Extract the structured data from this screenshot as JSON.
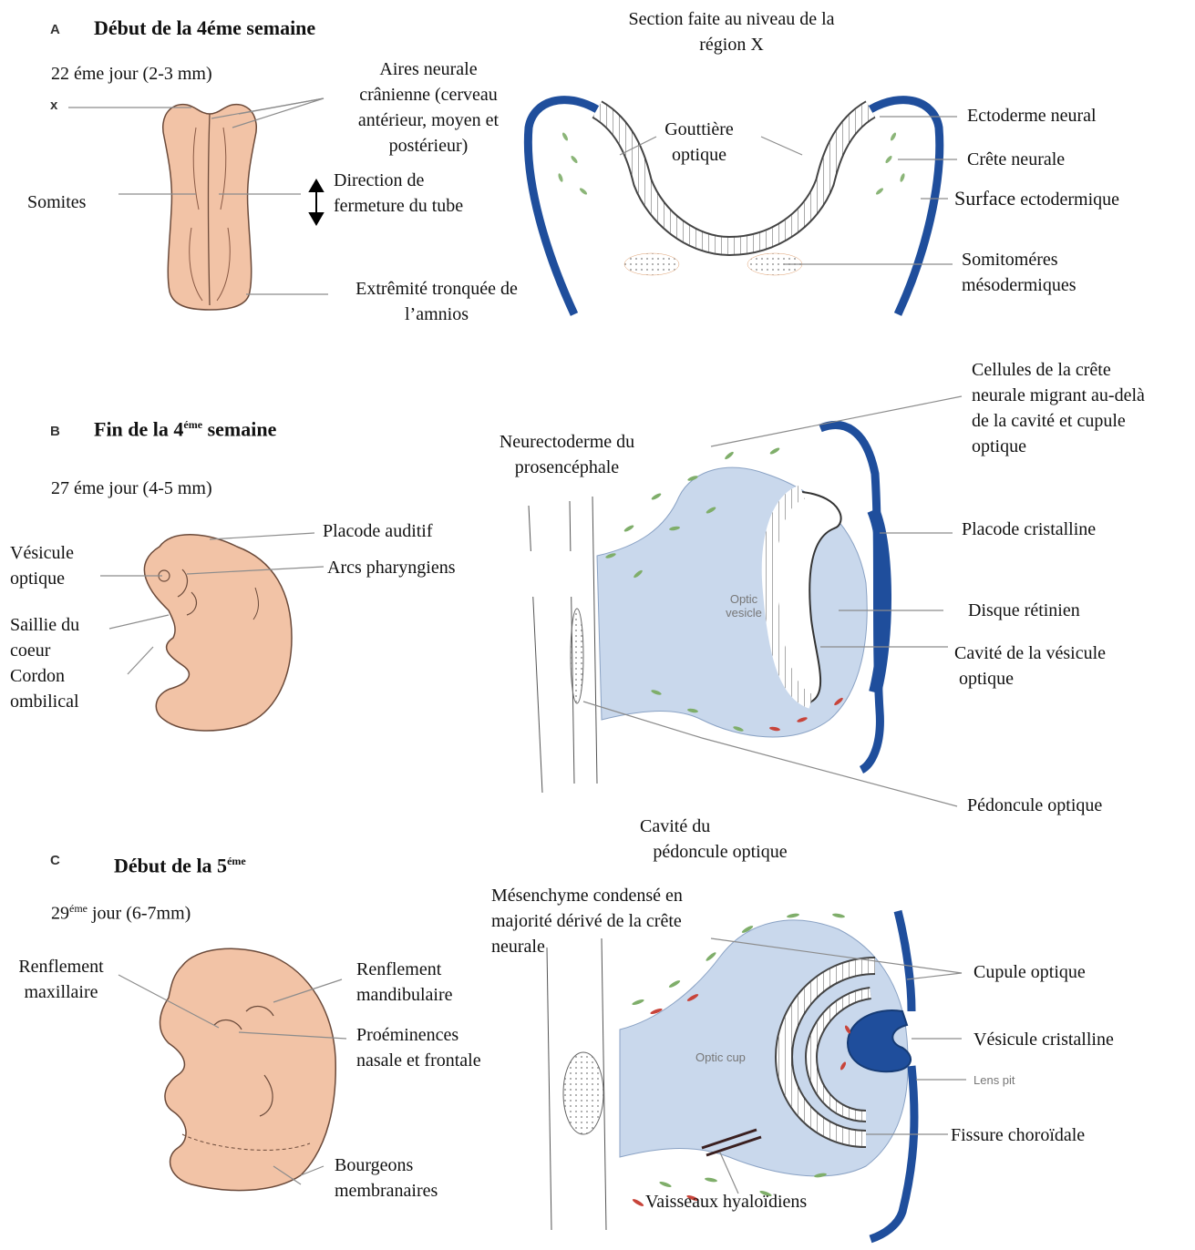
{
  "panel_a": {
    "letter": "A",
    "title": "Début de la 4éme semaine",
    "day": "22 éme jour (2-3 mm)",
    "x_marker": "x",
    "labels": {
      "aires_1": "Aires neurale",
      "aires_2": "crânienne (cerveau",
      "aires_3": "antérieur, moyen et",
      "aires_4": "postérieur)",
      "direction_1": "Direction de",
      "direction_2": "fermeture du tube",
      "somites": "Somites",
      "extremite_1": "Extrêmité tronquée de",
      "extremite_2": "l’amnios",
      "section_1": "Section faite au niveau de la",
      "section_2": "région X",
      "gouttiere_1": "Gouttière",
      "gouttiere_2": "optique",
      "ectoderme_neural": "Ectoderme neural",
      "crete_neurale": "Crête neurale",
      "surface_1": "Surface",
      "surface_2": "ectodermique",
      "somitomeres_1": "Somitoméres",
      "somitomeres_2": "mésodermiques"
    }
  },
  "panel_b": {
    "letter": "B",
    "title_pre": "Fin de la 4",
    "title_sup": "éme",
    "title_post": "semaine",
    "day": "27 éme jour (4-5 mm)",
    "labels": {
      "placode_auditif": "Placode auditif",
      "arcs": "Arcs pharyngiens",
      "vesicule_1": "Vésicule",
      "vesicule_2": "optique",
      "saillie_1": "Saillie du",
      "saillie_2": "coeur",
      "cordon_1": "Cordon",
      "cordon_2": "ombilical",
      "neurectoderme_1": "Neurectoderme du",
      "neurectoderme_2": "prosencéphale",
      "cellules_1": "Cellules de la crête",
      "cellules_2": "neurale migrant au-delà",
      "cellules_3": "de la cavité et cupule",
      "cellules_4": "optique",
      "placode_cristalline": "Placode cristalline",
      "disque": "Disque rétinien",
      "cavite_ves_1": "Cavité de la vésicule",
      "cavite_ves_2": "optique",
      "pedoncule": "Pédoncule optique",
      "optic_vesicle_1": "Optic",
      "optic_vesicle_2": "vesicle"
    }
  },
  "panel_c": {
    "letter": "C",
    "title_pre": "Début de la 5",
    "title_sup": "éme",
    "day_pre": "29",
    "day_sup": "éme",
    "day_post": "jour (6-7mm)",
    "labels": {
      "cavite_ped_1": "Cavité du",
      "cavite_ped_2": "pédoncule optique",
      "mesenchyme_1": "Mésenchyme condensé en",
      "mesenchyme_2": "majorité dérivé de la crête",
      "mesenchyme_3": "neurale",
      "renflement_max_1": "Renflement",
      "renflement_max_2": "maxillaire",
      "renflement_man_1": "Renflement",
      "renflement_man_2": "mandibulaire",
      "proeminences_1": "Proéminences",
      "proeminences_2": "nasale et frontale",
      "bourgeons_1": "Bourgeons",
      "bourgeons_2": "membranaires",
      "cupule": "Cupule optique",
      "vesicule_cristalline": "Vésicule  cristalline",
      "lens_pit": "Lens pit",
      "fissure": "Fissure choroïdale",
      "vaisseaux": "Vaisseaux hyaloïdiens",
      "optic_cup": "Optic cup"
    }
  },
  "colors": {
    "skin": "#f2c3a6",
    "skin_outline": "#6b4a3a",
    "ectoderm_blue": "#1f4e9c",
    "vesicle_fill": "#c9d8ec",
    "crest_green": "#7fae6a",
    "crest_red": "#c8443a",
    "leader_gray": "#8c8c8c"
  }
}
